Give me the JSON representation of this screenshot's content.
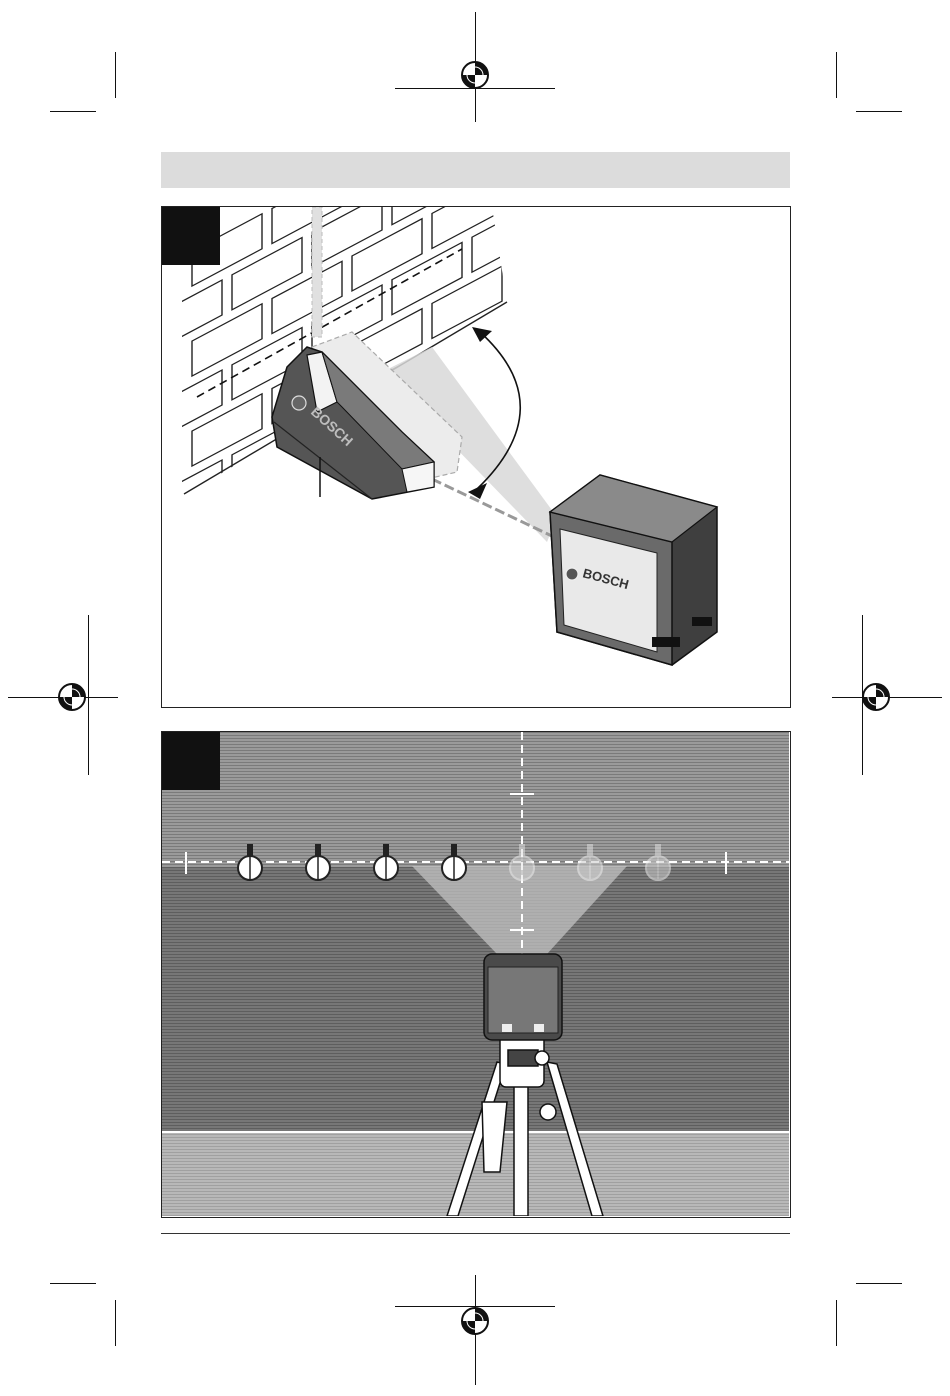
{
  "header_band": {
    "color": "#dcdcdc"
  },
  "figure_top": {
    "brand_on_holder": "BOSCH",
    "brand_on_laser": "BOSCH"
  },
  "figure_bottom": {
    "hooks_visible": 7
  },
  "colors": {
    "ink": "#111111",
    "wall_grey": "#8c8c8c",
    "laser_body": "#5a5a5a"
  }
}
